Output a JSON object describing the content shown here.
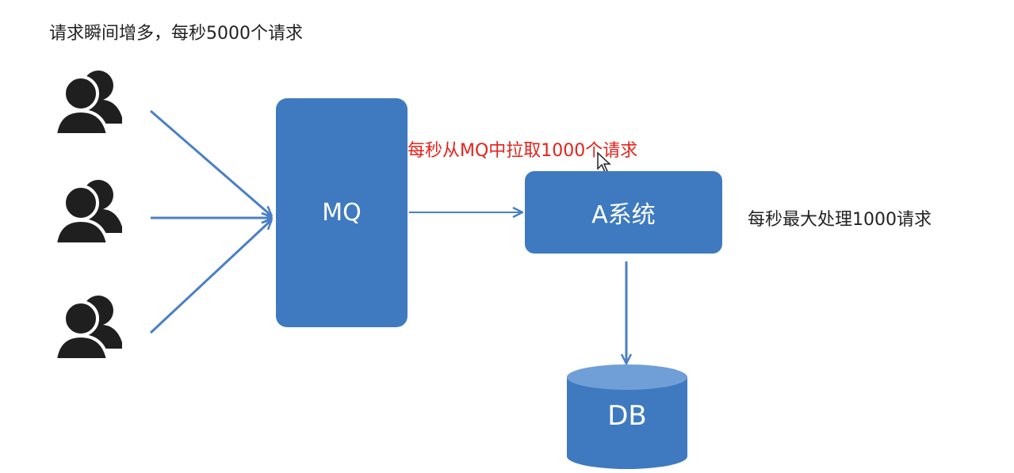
{
  "header": {
    "title": "请求瞬间增多，每秒5000个请求"
  },
  "nodes": {
    "mq": "MQ",
    "service_a": "A系统",
    "db": "DB"
  },
  "labels": {
    "pull_rate": "每秒从MQ中拉取1000个请求",
    "max_capacity": "每秒最大处理1000请求"
  },
  "colors": {
    "box": "#3f7ac1",
    "arrow": "#4a7fc6",
    "user": "#1f1f1f",
    "highlight_text": "#e4231b"
  },
  "icons": [
    "users-icon",
    "users-icon",
    "users-icon",
    "cursor-icon"
  ]
}
